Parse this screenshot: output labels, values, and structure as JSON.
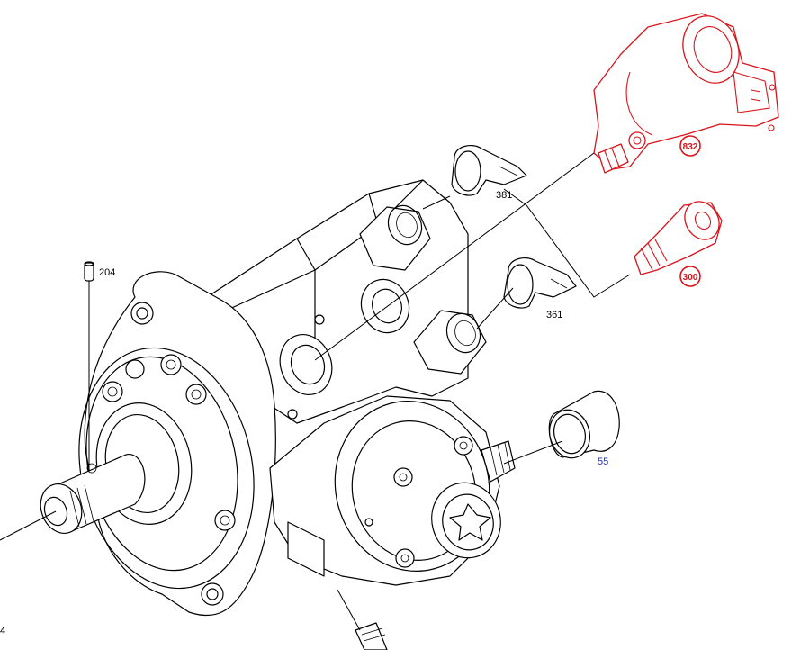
{
  "labels": {
    "p832": "832",
    "p300": "300",
    "p381": "381",
    "p361": "361",
    "p204": "204",
    "p55": "55",
    "p_edge": "4"
  },
  "colors": {
    "highlight": "#d8141b",
    "link_label": "#1a2fbf",
    "line": "#000000"
  }
}
